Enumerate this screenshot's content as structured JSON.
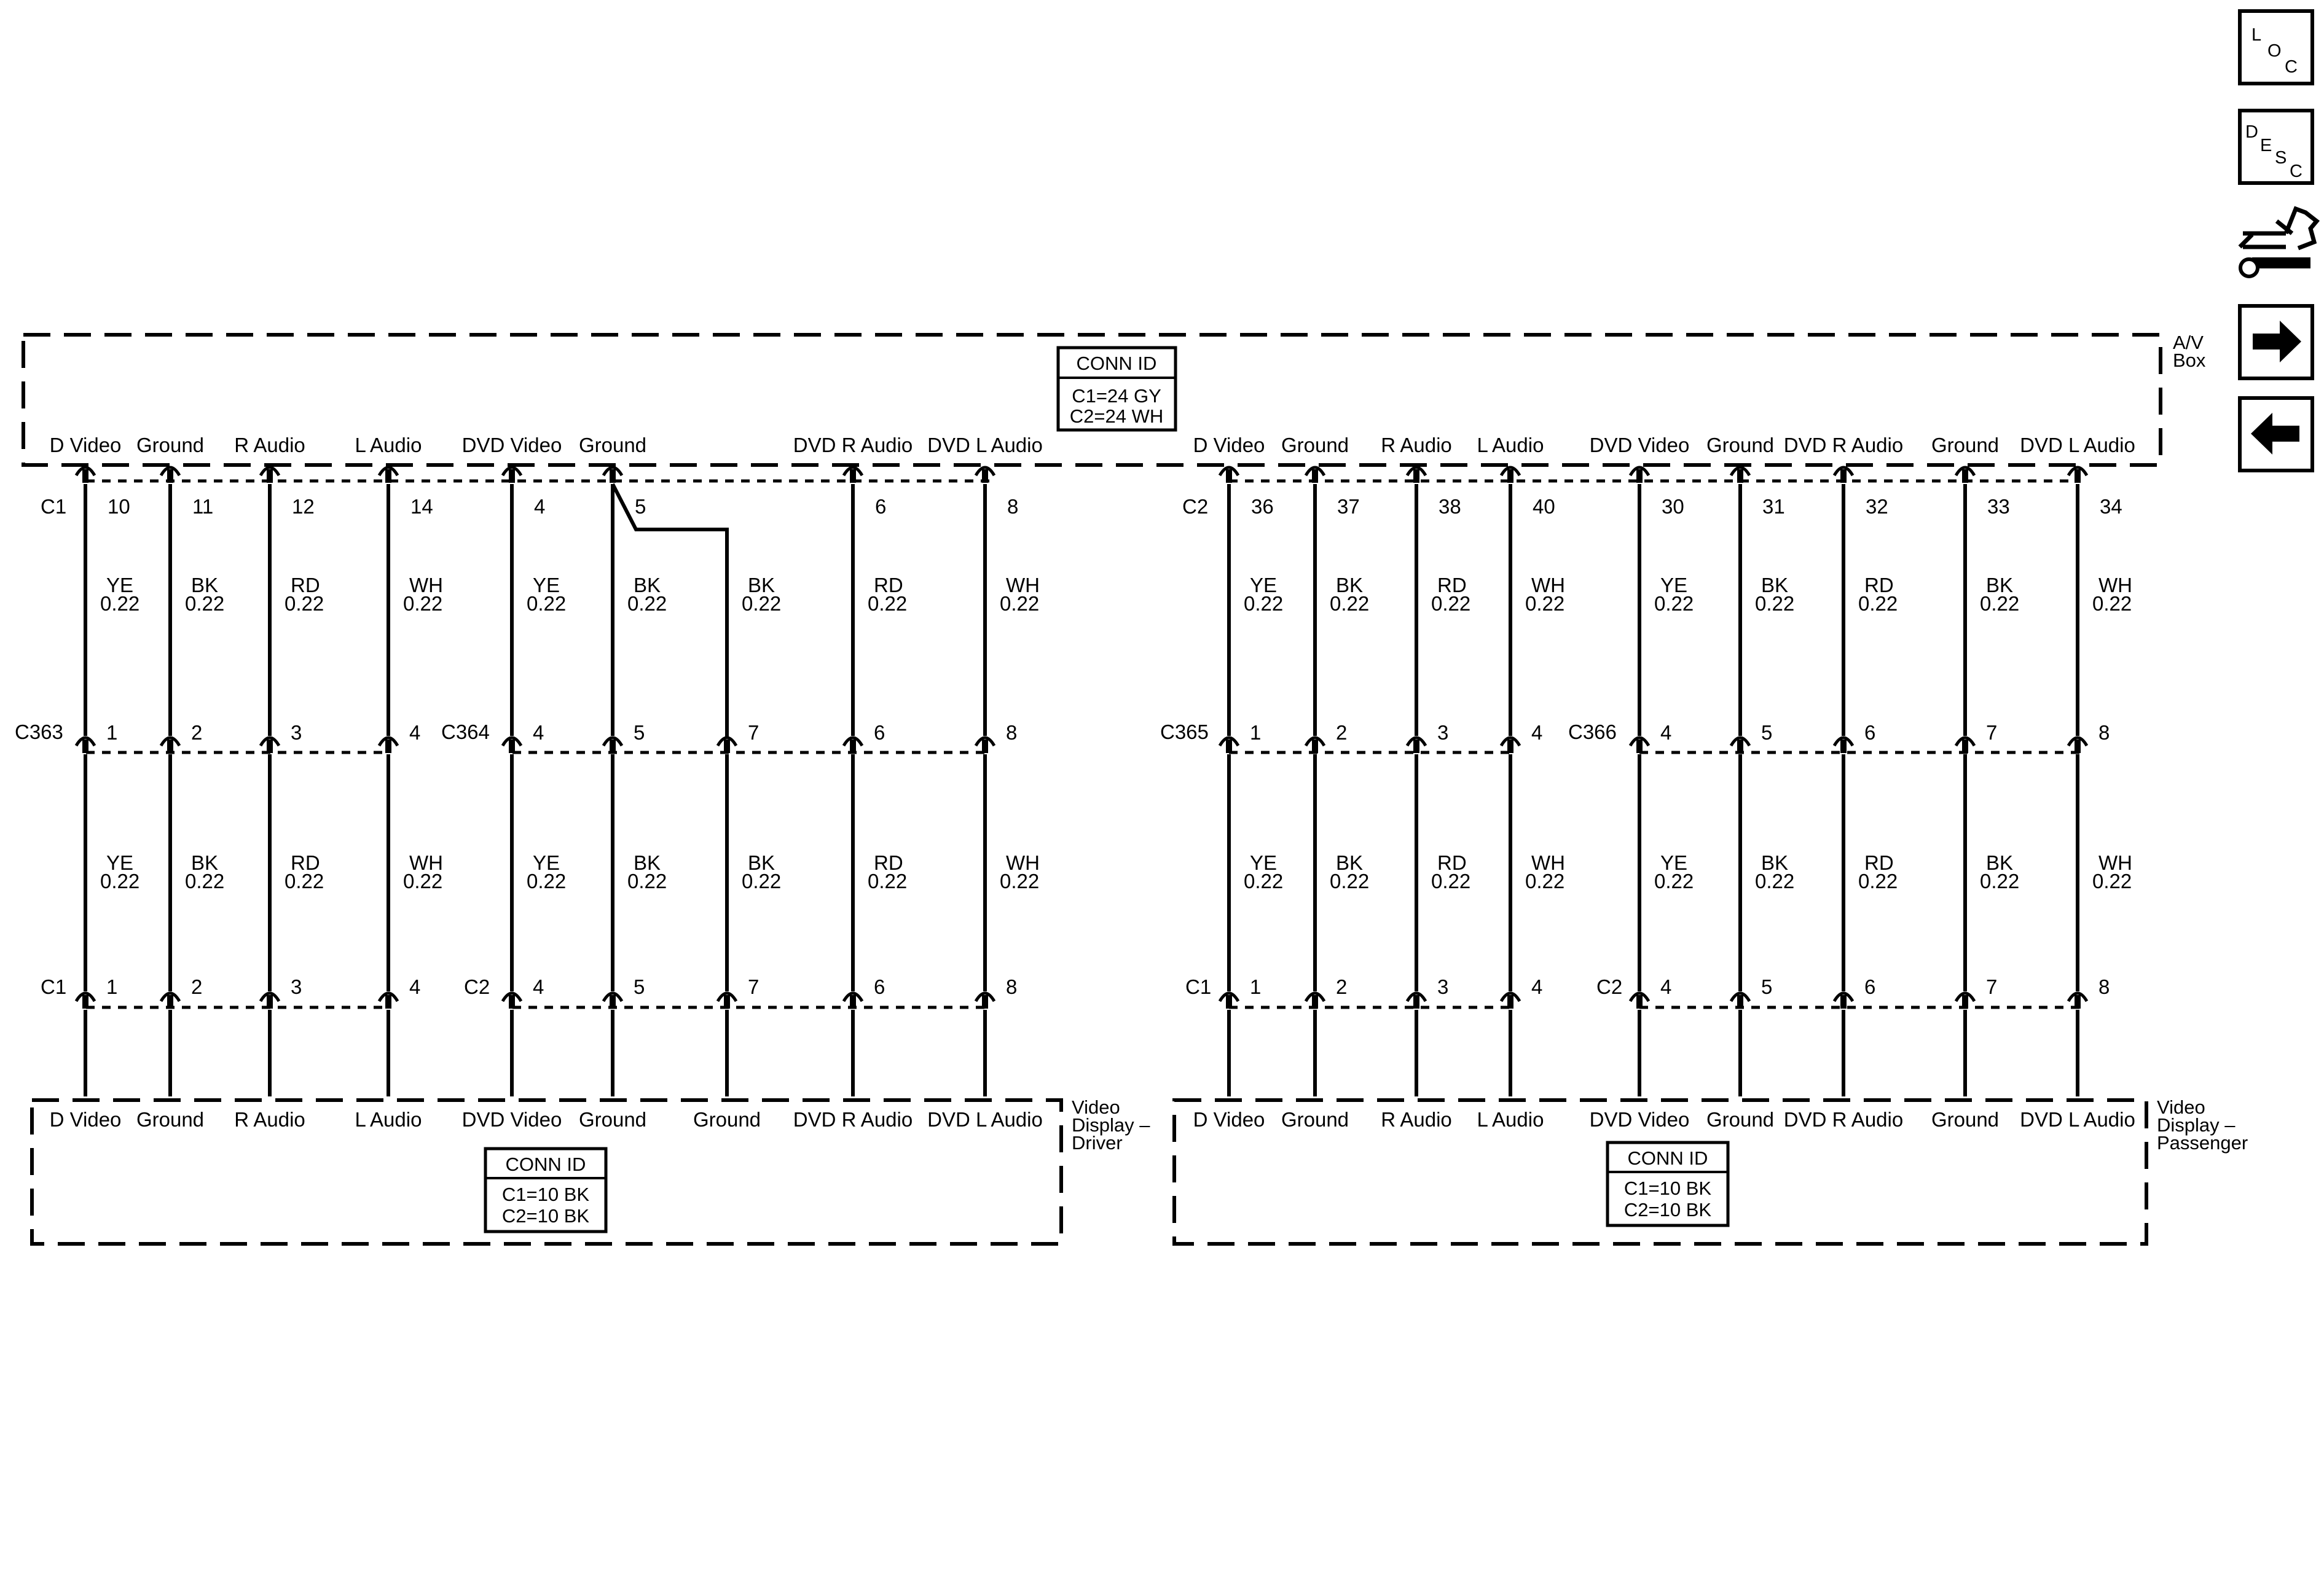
{
  "components": {
    "av_box": {
      "name": "A/V Box",
      "conn_id": "CONN ID",
      "conn_lines": [
        "C1=24 GY",
        "C2=24 WH"
      ]
    },
    "driver": {
      "name": "Video Display – Driver",
      "conn_id": "CONN ID",
      "conn_lines": [
        "C1=10 BK",
        "C2=10 BK"
      ]
    },
    "passenger": {
      "name": "Video Display – Passenger",
      "conn_id": "CONN ID",
      "conn_lines": [
        "C1=10 BK",
        "C2=10 BK"
      ]
    }
  },
  "connectors": {
    "top_left": "C1",
    "top_right": "C2",
    "mid": [
      "C363",
      "C364",
      "C365",
      "C366"
    ],
    "bottom": [
      "C1",
      "C2",
      "C1",
      "C2"
    ]
  },
  "circuits": [
    {
      "top_label": "D Video",
      "top_pin": "10",
      "color": "YE",
      "size": "0.22",
      "mid_pin": "1",
      "bot_pin": "1",
      "bot_label": "D Video"
    },
    {
      "top_label": "Ground",
      "top_pin": "11",
      "color": "BK",
      "size": "0.22",
      "mid_pin": "2",
      "bot_pin": "2",
      "bot_label": "Ground"
    },
    {
      "top_label": "R Audio",
      "top_pin": "12",
      "color": "RD",
      "size": "0.22",
      "mid_pin": "3",
      "bot_pin": "3",
      "bot_label": "R Audio"
    },
    {
      "top_label": "L Audio",
      "top_pin": "14",
      "color": "WH",
      "size": "0.22",
      "mid_pin": "4",
      "bot_pin": "4",
      "bot_label": "L Audio"
    },
    {
      "top_label": "DVD Video",
      "top_pin": "4",
      "color": "YE",
      "size": "0.22",
      "mid_pin": "4",
      "bot_pin": "4",
      "bot_label": "DVD Video"
    },
    {
      "top_label": "Ground",
      "top_pin": "5",
      "color": "BK",
      "size": "0.22",
      "mid_pin": "5",
      "bot_pin": "5",
      "bot_label": "Ground"
    },
    {
      "top_label": "",
      "top_pin": "",
      "color": "BK",
      "size": "0.22",
      "mid_pin": "7",
      "bot_pin": "7",
      "bot_label": "Ground"
    },
    {
      "top_label": "DVD R Audio",
      "top_pin": "6",
      "color": "RD",
      "size": "0.22",
      "mid_pin": "6",
      "bot_pin": "6",
      "bot_label": "DVD R Audio"
    },
    {
      "top_label": "DVD L Audio",
      "top_pin": "8",
      "color": "WH",
      "size": "0.22",
      "mid_pin": "8",
      "bot_pin": "8",
      "bot_label": "DVD L Audio"
    },
    {
      "top_label": "D Video",
      "top_pin": "36",
      "color": "YE",
      "size": "0.22",
      "mid_pin": "1",
      "bot_pin": "1",
      "bot_label": "D Video"
    },
    {
      "top_label": "Ground",
      "top_pin": "37",
      "color": "BK",
      "size": "0.22",
      "mid_pin": "2",
      "bot_pin": "2",
      "bot_label": "Ground"
    },
    {
      "top_label": "R Audio",
      "top_pin": "38",
      "color": "RD",
      "size": "0.22",
      "mid_pin": "3",
      "bot_pin": "3",
      "bot_label": "R Audio"
    },
    {
      "top_label": "L Audio",
      "top_pin": "40",
      "color": "WH",
      "size": "0.22",
      "mid_pin": "4",
      "bot_pin": "4",
      "bot_label": "L Audio"
    },
    {
      "top_label": "DVD Video",
      "top_pin": "30",
      "color": "YE",
      "size": "0.22",
      "mid_pin": "4",
      "bot_pin": "4",
      "bot_label": "DVD Video"
    },
    {
      "top_label": "Ground",
      "top_pin": "31",
      "color": "BK",
      "size": "0.22",
      "mid_pin": "5",
      "bot_pin": "5",
      "bot_label": "Ground"
    },
    {
      "top_label": "DVD R Audio",
      "top_pin": "32",
      "color": "RD",
      "size": "0.22",
      "mid_pin": "6",
      "bot_pin": "6",
      "bot_label": "DVD R Audio"
    },
    {
      "top_label": "Ground",
      "top_pin": "33",
      "color": "BK",
      "size": "0.22",
      "mid_pin": "7",
      "bot_pin": "7",
      "bot_label": "Ground"
    },
    {
      "top_label": "DVD L Audio",
      "top_pin": "34",
      "color": "WH",
      "size": "0.22",
      "mid_pin": "8",
      "bot_pin": "8",
      "bot_label": "DVD L Audio"
    }
  ],
  "nav": {
    "loc": [
      "L",
      "O",
      "C"
    ],
    "desc": [
      "D",
      "E",
      "S",
      "C"
    ],
    "icons": [
      "loc-icon",
      "desc-icon",
      "connector-wrench-icon",
      "arrow-right-icon",
      "arrow-left-icon"
    ]
  }
}
